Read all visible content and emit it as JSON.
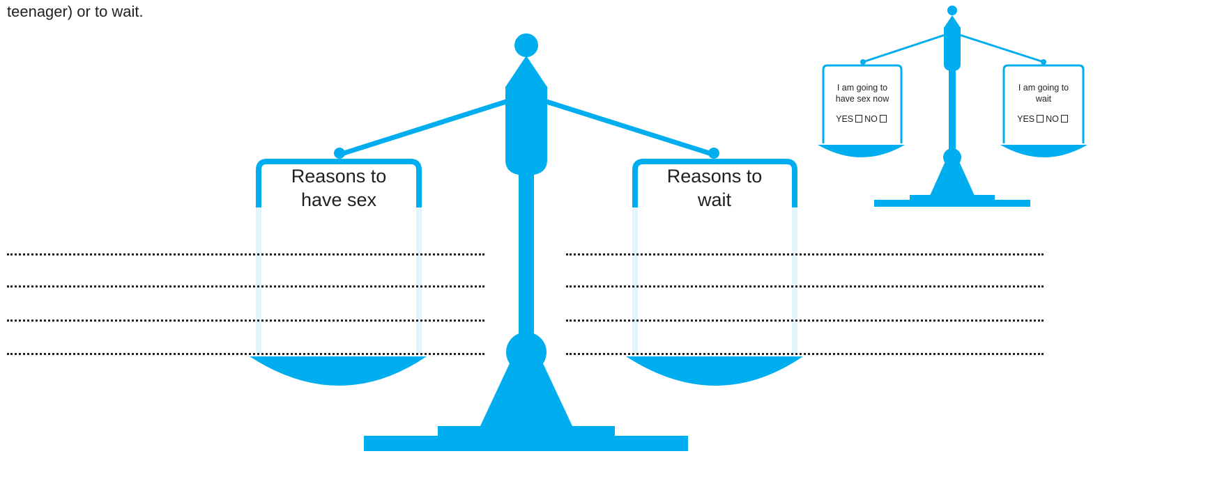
{
  "intro": {
    "text": "teenager) or to wait."
  },
  "big_scale": {
    "left_pan_label": "Reasons to\nhave sex",
    "right_pan_label": "Reasons to\nwait",
    "color": "#00aeef",
    "pan_inner_color": "#e3f4fc"
  },
  "mini_scale": {
    "left_label": "I am going to\nhave sex now",
    "right_label": "I am going to\nwait",
    "yes_label": "YES",
    "no_label": "NO"
  }
}
